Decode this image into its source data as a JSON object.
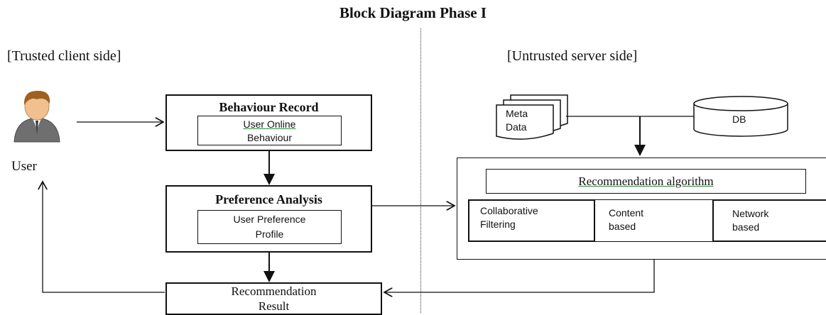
{
  "title": "Block Diagram Phase I",
  "client_side_label": "[Trusted client side]",
  "server_side_label": "[Untrusted server side]",
  "user": {
    "label": "User",
    "icon": "user-icon"
  },
  "behaviour_record": {
    "title": "Behaviour Record",
    "inner_line1": "User Online",
    "inner_line2": "Behaviour"
  },
  "preference_analysis": {
    "title": "Preference Analysis",
    "inner_line1": "User Preference",
    "inner_line2": "Profile"
  },
  "recommendation_result": {
    "line1": "Recommendation",
    "line2": "Result"
  },
  "metadata": {
    "line1": "Meta",
    "line2": "Data",
    "icon": "document-stack-icon"
  },
  "db": {
    "label": "DB",
    "icon": "database-icon"
  },
  "recommendation_algorithm": {
    "title": "Recommendation algorithm",
    "methods": [
      {
        "line1": "Collaborative",
        "line2": "Filtering"
      },
      {
        "line1": "Content",
        "line2": "based"
      },
      {
        "line1": "Network",
        "line2": "based"
      }
    ]
  },
  "colors": {
    "line": "#111111",
    "accent_underline": "#2e8b3c",
    "person_skin": "#f0c18f",
    "person_hair": "#a0601f",
    "person_suit": "#7a7a7a"
  }
}
